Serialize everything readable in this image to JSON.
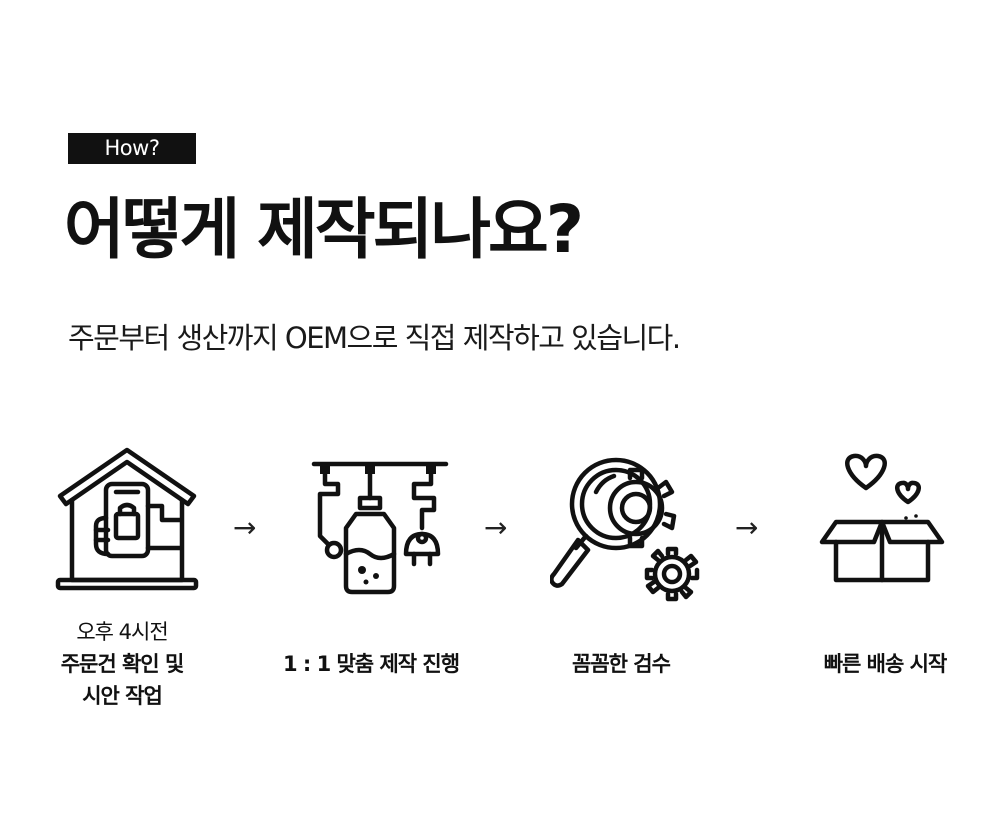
{
  "badge": "How?",
  "title": "어떻게 제작되나요?",
  "subtitle": "주문부터  생산까지  OEM으로 직접 제작하고 있습니다.",
  "arrow_glyph": "→",
  "steps": [
    {
      "icon": "house-phone-icon",
      "lines": [
        "오후 4시전",
        "주문건 확인 및",
        "시안 작업"
      ]
    },
    {
      "icon": "production-line-icon",
      "lines": [
        "1 : 1 맞춤 제작 진행"
      ]
    },
    {
      "icon": "magnifier-gear-icon",
      "lines": [
        "꼼꼼한 검수"
      ]
    },
    {
      "icon": "box-hearts-icon",
      "lines": [
        "빠른 배송 시작"
      ]
    }
  ]
}
